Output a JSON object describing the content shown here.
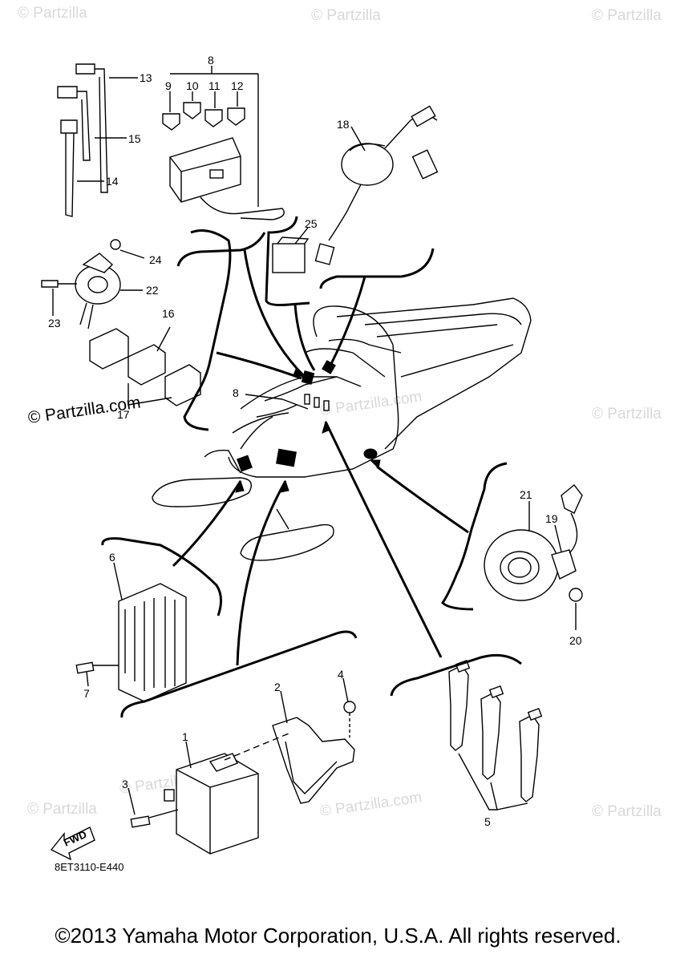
{
  "watermarks": {
    "top_left": "© Partzilla",
    "top_center": "© Partzilla",
    "top_right": "© Partzilla",
    "mid_left_strong": "© Partzilla.com",
    "mid_center": "© Partzilla.com",
    "mid_right": "© Partzilla",
    "bottom_left": "© Partzilla",
    "bottom_left_center": "© Partzilla.com",
    "bottom_center": "© Partzilla.com",
    "bottom_right": "© Partzilla"
  },
  "callouts": {
    "c1": "1",
    "c2": "2",
    "c3": "3",
    "c4": "4",
    "c5": "5",
    "c6": "6",
    "c7": "7",
    "c8": "8",
    "c8b": "8",
    "c9": "9",
    "c10": "10",
    "c11": "11",
    "c12": "12",
    "c13": "13",
    "c14": "14",
    "c15": "15",
    "c16": "16",
    "c17": "17",
    "c18": "18",
    "c19": "19",
    "c20": "20",
    "c21": "21",
    "c22": "22",
    "c23": "23",
    "c24": "24",
    "c25": "25"
  },
  "fwd_label": "FWD",
  "diagram_code": "8ET3110-E440",
  "copyright": "©2013 Yamaha Motor Corporation, U.S.A. All rights reserved."
}
